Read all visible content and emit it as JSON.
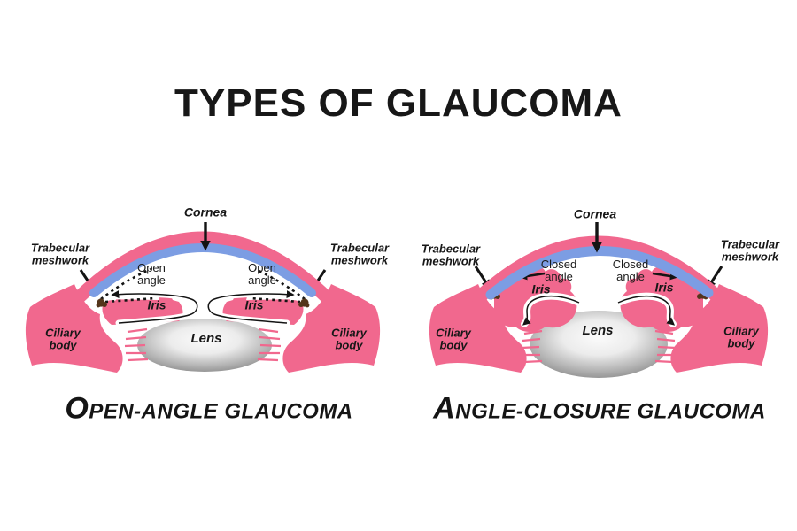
{
  "title": "TYPES OF GLAUCOMA",
  "palette": {
    "tissue_pink": "#F1688E",
    "cornea_blue": "#7C9DE3",
    "meshwork_brown": "#54351B",
    "ink": "#141414",
    "lens_gray_center": "#FBFBFB",
    "lens_gray_edge": "#8A8A8A"
  },
  "open_angle": {
    "caption_lead": "O",
    "caption_rest": "PEN-ANGLE GLAUCOMA",
    "labels": {
      "cornea": "Cornea",
      "trabecular_meshwork": "Trabecular meshwork",
      "angle": "Open angle",
      "iris": "Iris",
      "lens": "Lens",
      "ciliary_body": "Ciliary body"
    }
  },
  "angle_closure": {
    "caption_lead": "A",
    "caption_rest": "NGLE-CLOSURE GLAUCOMA",
    "labels": {
      "cornea": "Cornea",
      "trabecular_meshwork": "Trabecular meshwork",
      "angle": "Closed angle",
      "iris": "Iris",
      "lens": "Lens",
      "ciliary_body": "Ciliary body"
    }
  }
}
